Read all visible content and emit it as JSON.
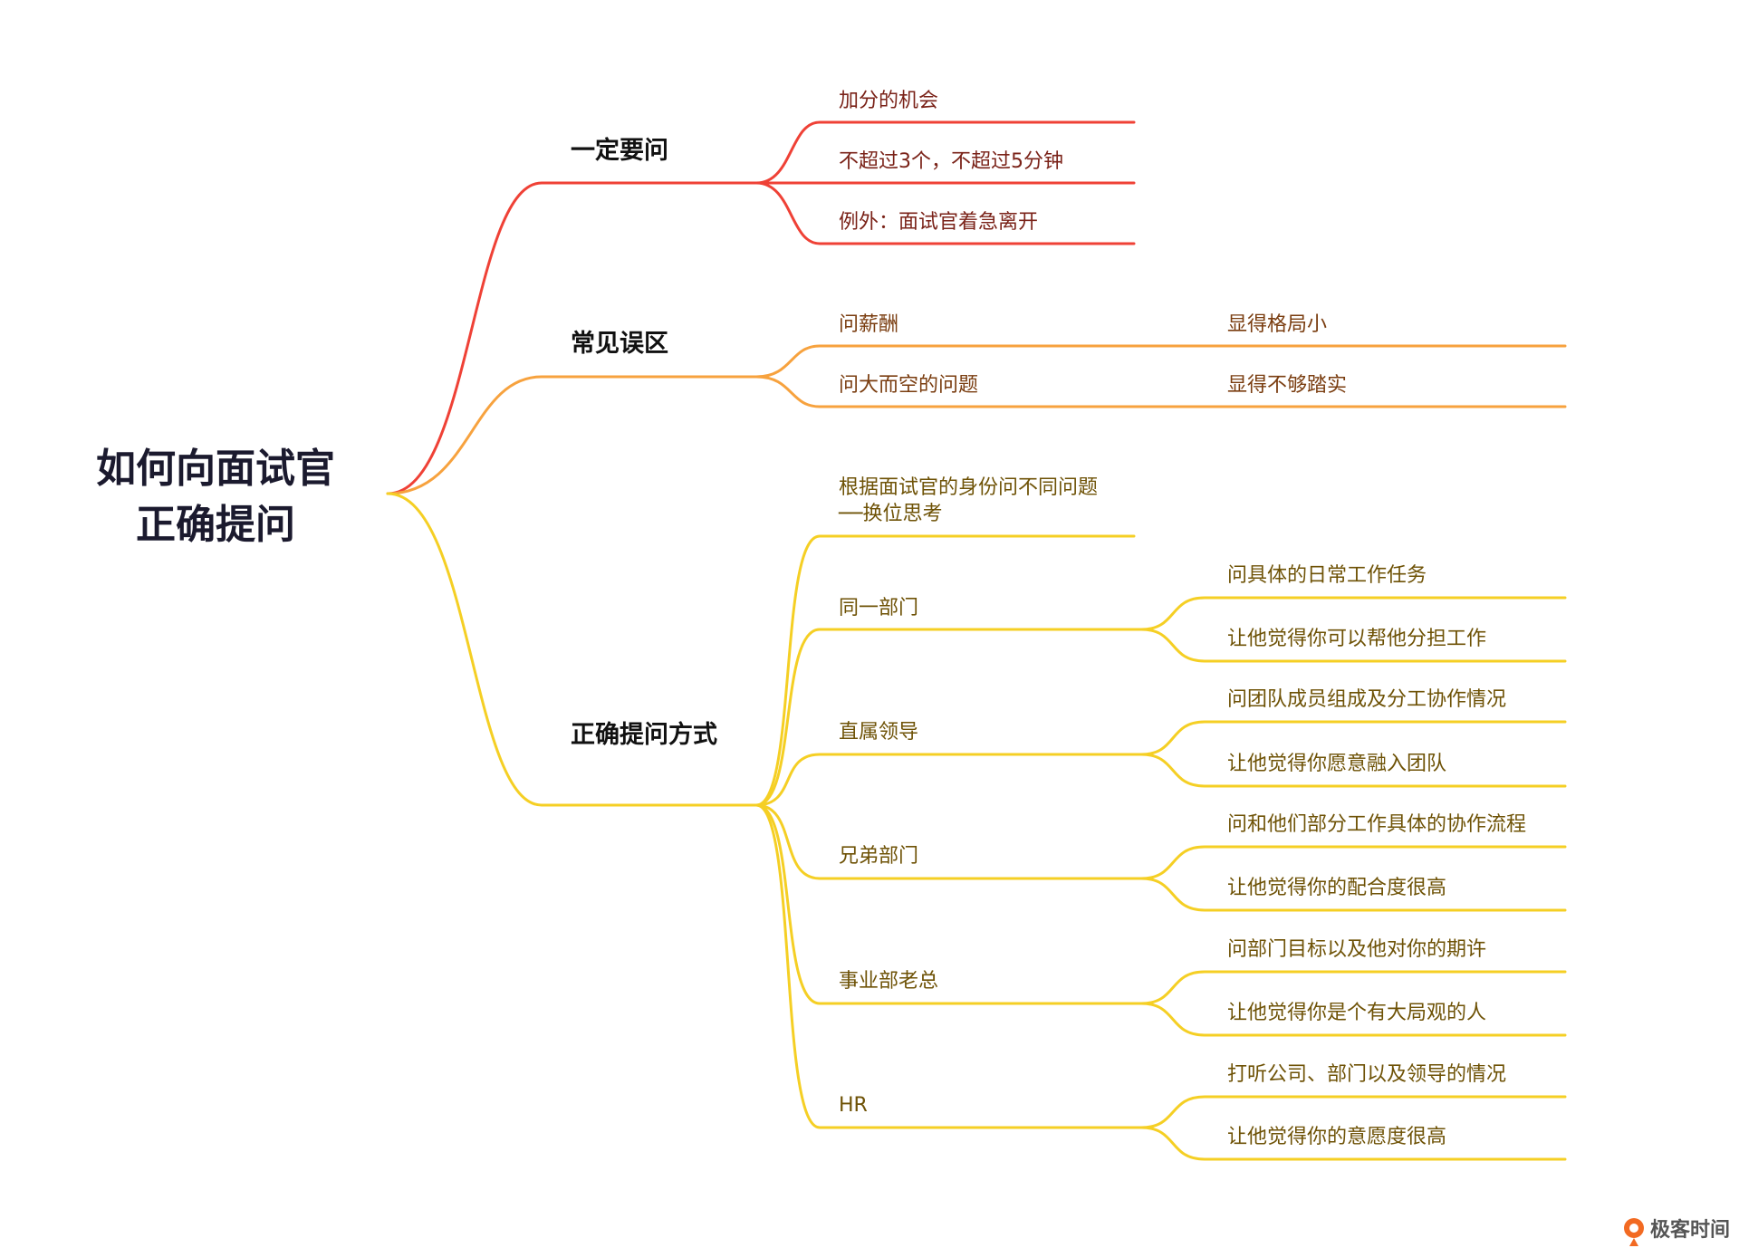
{
  "root": {
    "line1": "如何向面试官",
    "line2": "正确提问"
  },
  "colors": {
    "red": "#ef4136",
    "orange": "#f7a23e",
    "yellow": "#f5cf24"
  },
  "branches": [
    {
      "label": "一定要问",
      "items": [
        {
          "label": "加分的机会"
        },
        {
          "label": "不超过3个，不超过5分钟"
        },
        {
          "label": "例外：面试官着急离开"
        }
      ]
    },
    {
      "label": "常见误区",
      "items": [
        {
          "label": "问薪酬",
          "children": [
            "显得格局小"
          ]
        },
        {
          "label": "问大而空的问题",
          "children": [
            "显得不够踏实"
          ]
        }
      ]
    },
    {
      "label": "正确提问方式",
      "items": [
        {
          "label_line1": "根据面试官的身份问不同问题",
          "label_line2": "──换位思考"
        },
        {
          "label": "同一部门",
          "children": [
            "问具体的日常工作任务",
            "让他觉得你可以帮他分担工作"
          ]
        },
        {
          "label": "直属领导",
          "children": [
            "问团队成员组成及分工协作情况",
            "让他觉得你愿意融入团队"
          ]
        },
        {
          "label": "兄弟部门",
          "children": [
            "问和他们部分工作具体的协作流程",
            "让他觉得你的配合度很高"
          ]
        },
        {
          "label": "事业部老总",
          "children": [
            "问部门目标以及他对你的期许",
            "让他觉得你是个有大局观的人"
          ]
        },
        {
          "label": "HR",
          "children": [
            "打听公司、部门以及领导的情况",
            "让他觉得你的意愿度很高"
          ]
        }
      ]
    }
  ],
  "logo": {
    "text": "极客时间",
    "icon": "geektime-logo-icon"
  }
}
